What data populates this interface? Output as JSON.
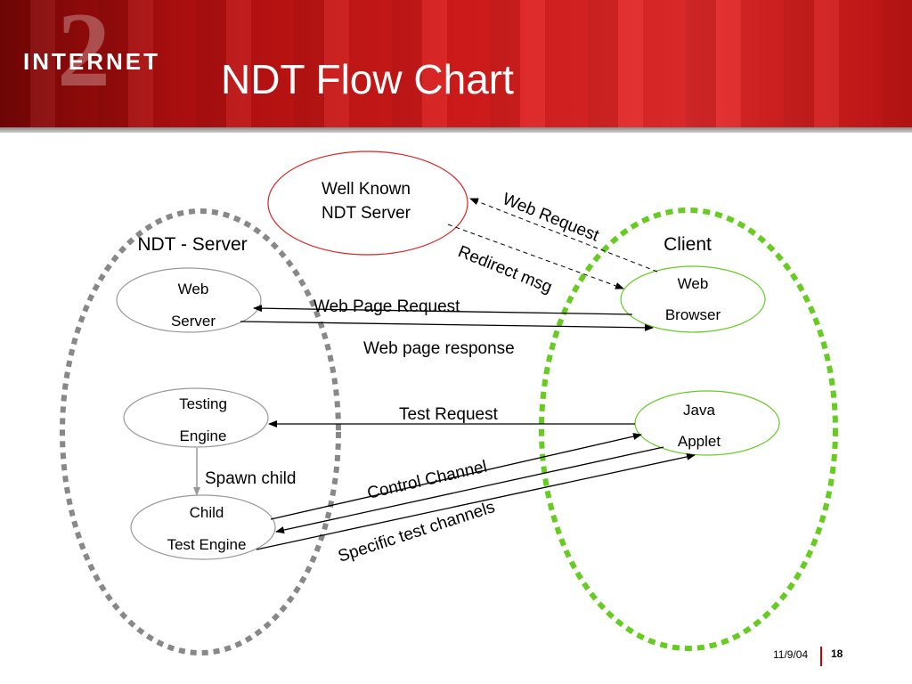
{
  "header": {
    "logo_text": "INTERNET",
    "logo_numeral": "2",
    "title": "NDT Flow Chart"
  },
  "groups": {
    "server_label": "NDT - Server",
    "client_label": "Client"
  },
  "nodes": {
    "well_known_line1": "Well Known",
    "well_known_line2": "NDT Server",
    "web_server_line1": "Web",
    "web_server_line2": "Server",
    "testing_engine_line1": "Testing",
    "testing_engine_line2": "Engine",
    "child_line1": "Child",
    "child_line2": "Test Engine",
    "web_browser_line1": "Web",
    "web_browser_line2": "Browser",
    "java_applet_line1": "Java",
    "java_applet_line2": "Applet"
  },
  "edges": {
    "web_request": "Web Request",
    "redirect_msg": "Redirect msg",
    "web_page_request": "Web Page Request",
    "web_page_response": "Web page response",
    "test_request": "Test Request",
    "spawn_child": "Spawn child",
    "control_channel": "Control Channel",
    "specific_test_channels": "Specific test channels"
  },
  "footer": {
    "date": "11/9/04",
    "page": "18"
  },
  "colors": {
    "header_red": "#d81b1b",
    "server_group_border": "#888888",
    "client_group_border": "#66cc22",
    "well_known_border": "#dd2222",
    "web_browser_border": "#66cc22",
    "java_applet_border": "#66cc22",
    "server_node_border": "#999999"
  }
}
